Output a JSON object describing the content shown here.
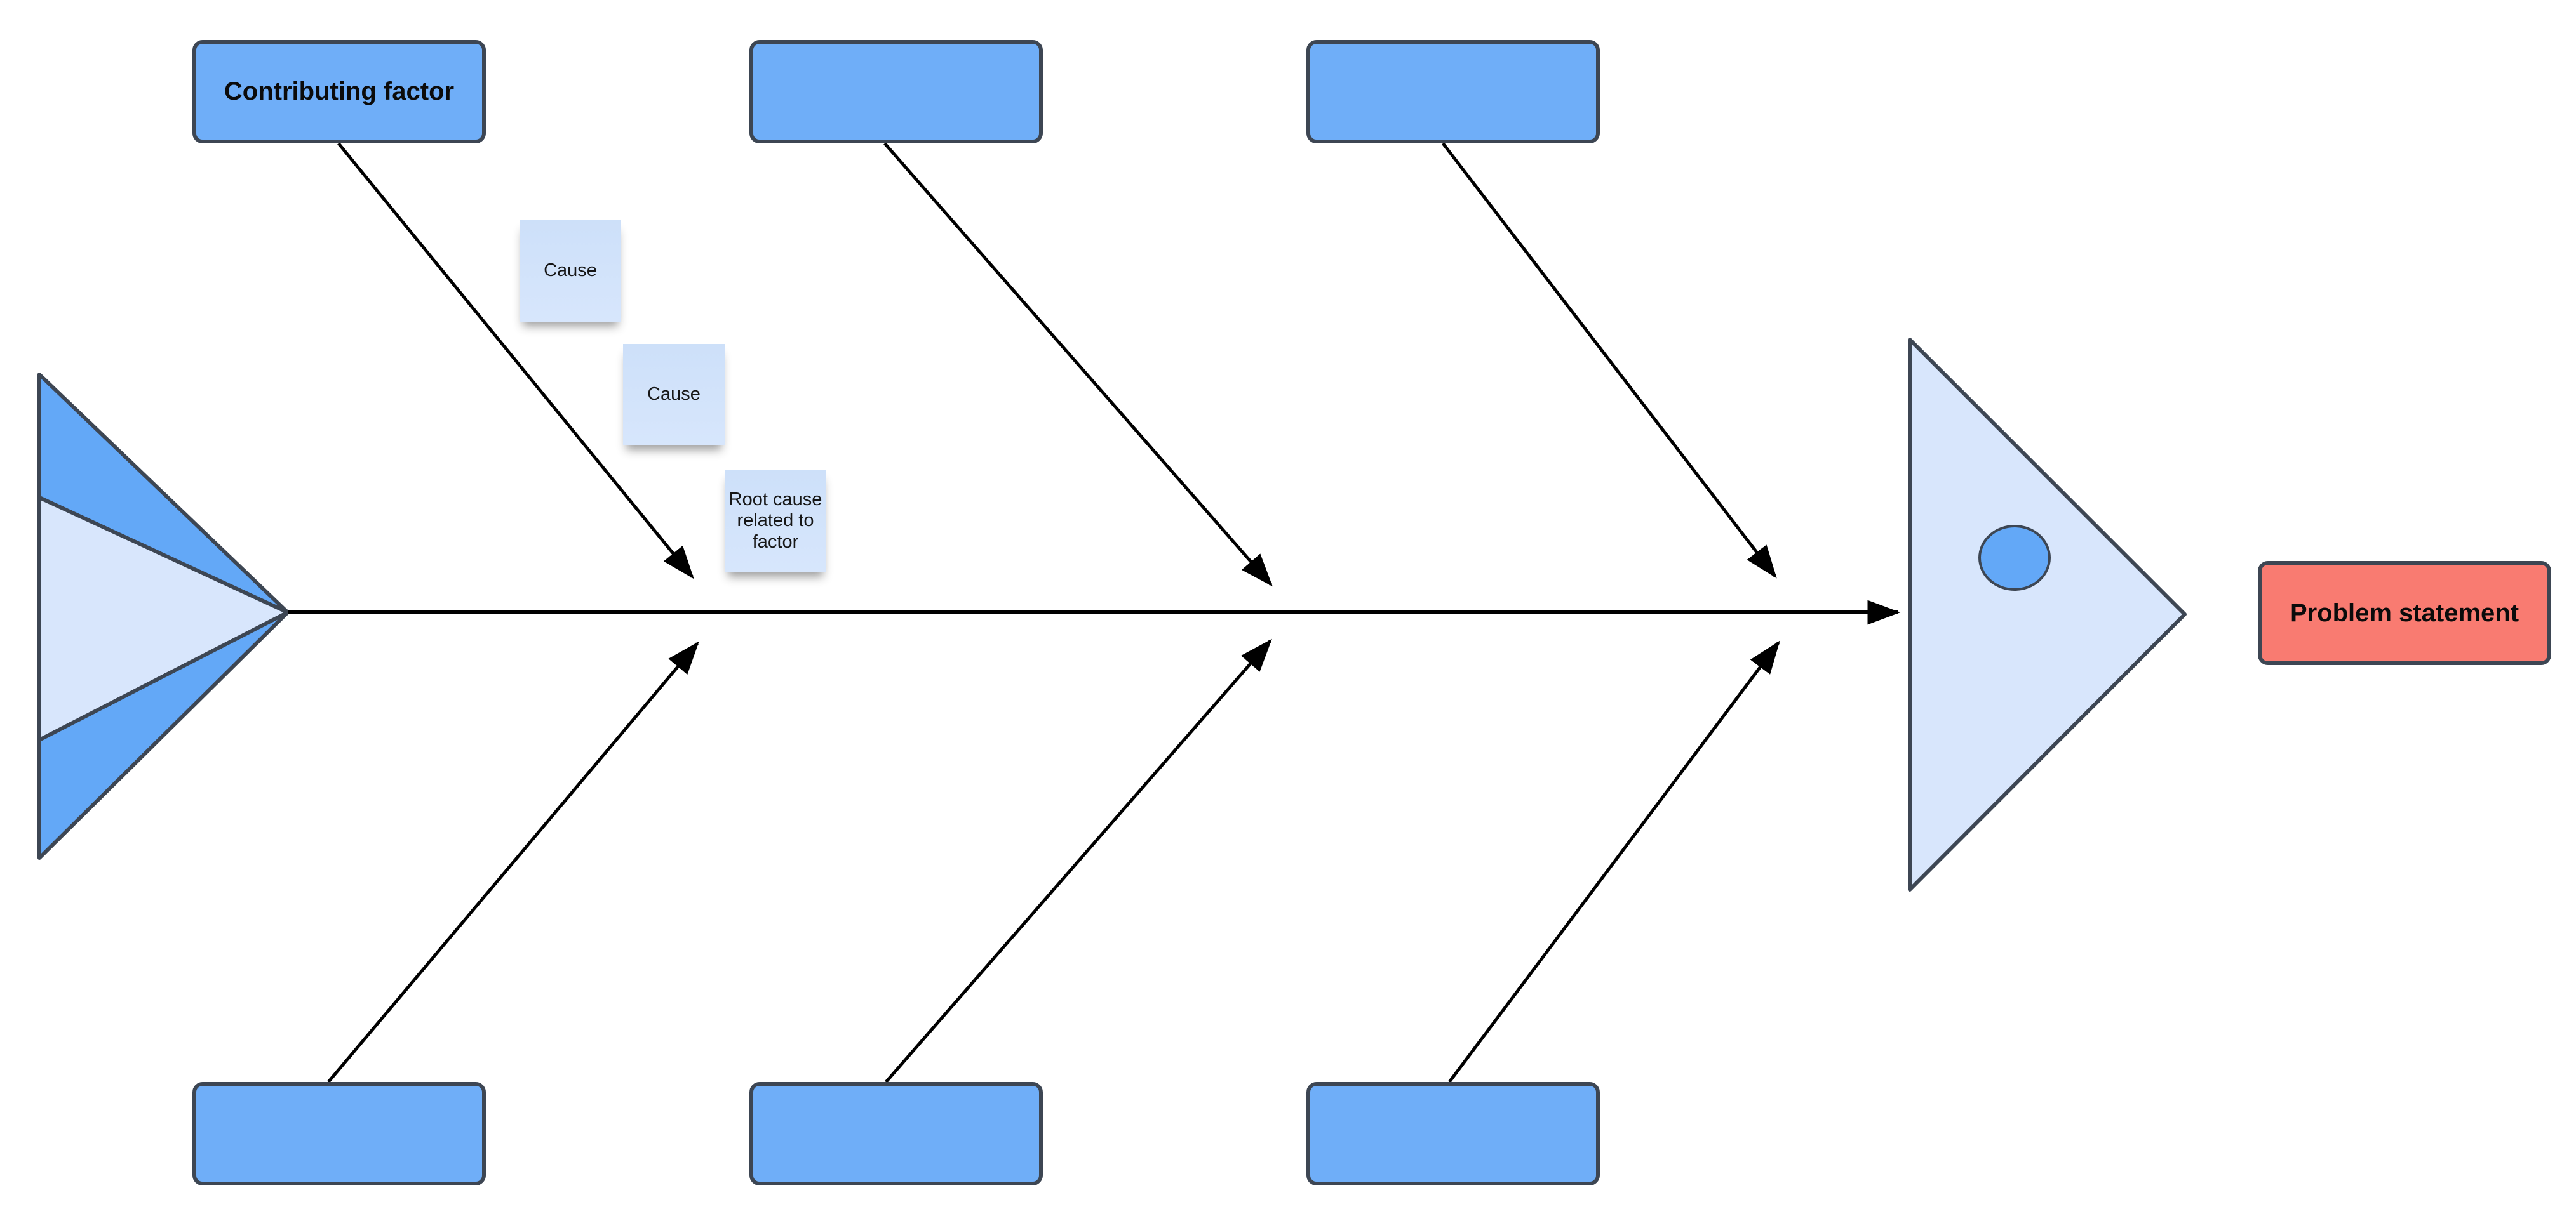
{
  "diagram": {
    "kind": "fishbone-cause-effect-template",
    "top_factor_boxes": [
      {
        "label": "Contributing factor"
      },
      {
        "label": ""
      },
      {
        "label": ""
      }
    ],
    "bottom_factor_boxes": [
      {
        "label": ""
      },
      {
        "label": ""
      },
      {
        "label": ""
      }
    ],
    "sticky_notes": [
      {
        "label": "Cause"
      },
      {
        "label": "Cause"
      },
      {
        "label": "Root cause related to factor"
      }
    ],
    "problem_box": {
      "label": "Problem statement"
    },
    "colors": {
      "factor_box_fill": "#6FAEF8",
      "shape_border": "#3D4653",
      "sticky_fill_top": "#CDE0F9",
      "sticky_fill_bottom": "#D7E6FC",
      "fish_body_light": "#D8E6FC",
      "fish_accent_blue": "#63A8F7",
      "problem_box_fill": "#F97B71",
      "connector_line": "#000000",
      "background": "#FFFFFF"
    }
  }
}
